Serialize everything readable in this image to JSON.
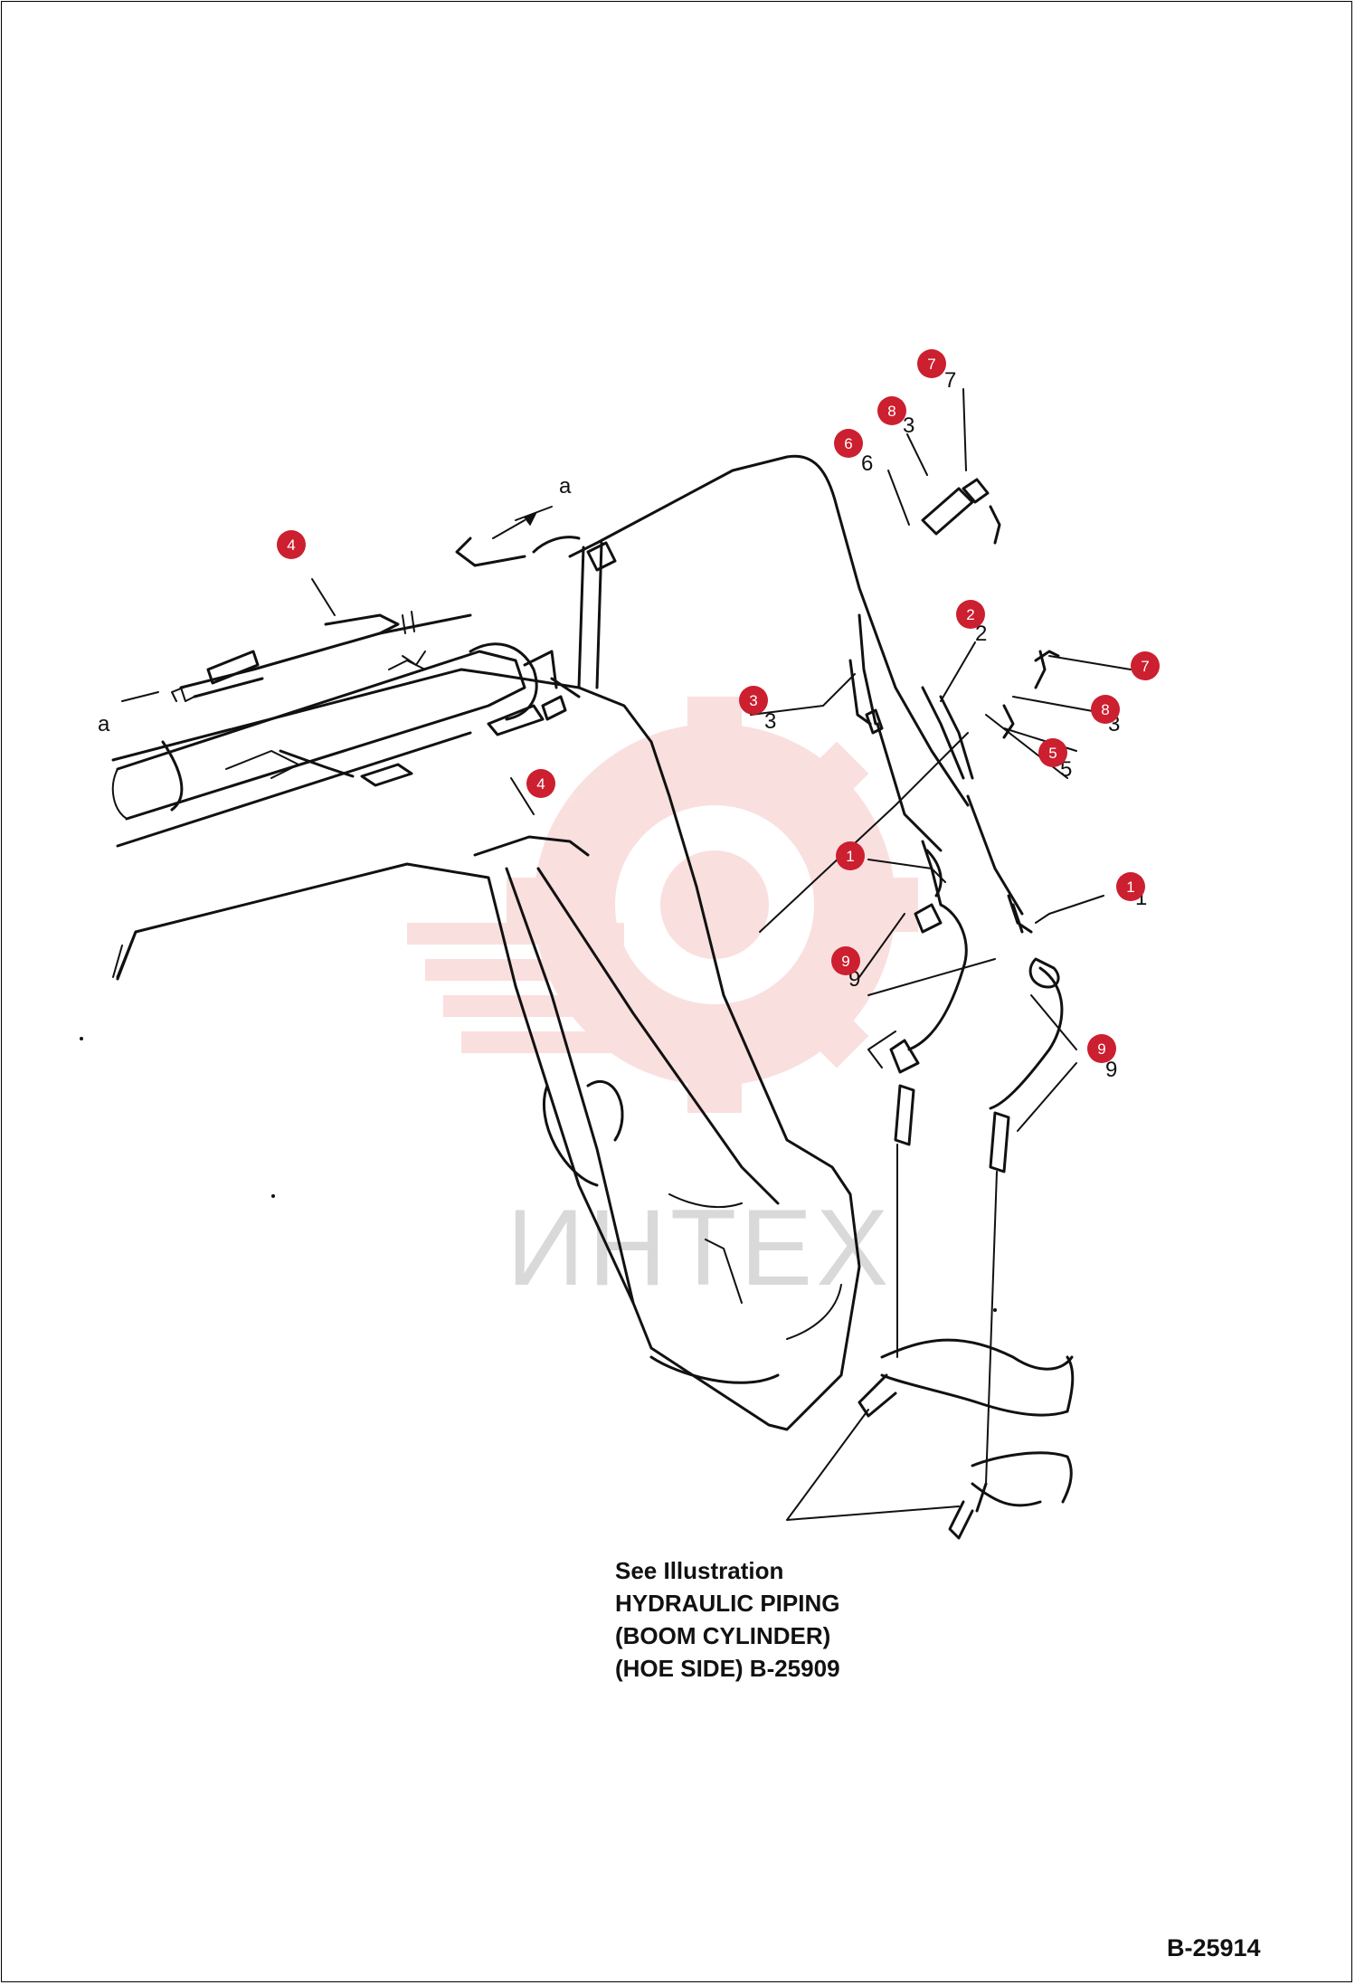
{
  "diagram": {
    "callouts": [
      "7",
      "8",
      "6",
      "4",
      "2",
      "7",
      "3",
      "8",
      "5",
      "4",
      "1",
      "1",
      "9",
      "9"
    ],
    "arrow_labels": [
      "a",
      "a"
    ],
    "printed_part_numbers": [
      "7",
      "3",
      "6",
      "2",
      "3",
      "3",
      "5",
      "1",
      "9",
      "9"
    ],
    "watermark_text": "ИНТЕХ",
    "accent_color": "#cc1f2f"
  },
  "note": {
    "lines": [
      "See Illustration",
      "HYDRAULIC PIPING",
      "(BOOM CYLINDER)",
      "(HOE SIDE) B-25909"
    ]
  },
  "figure_number": "B-25914"
}
